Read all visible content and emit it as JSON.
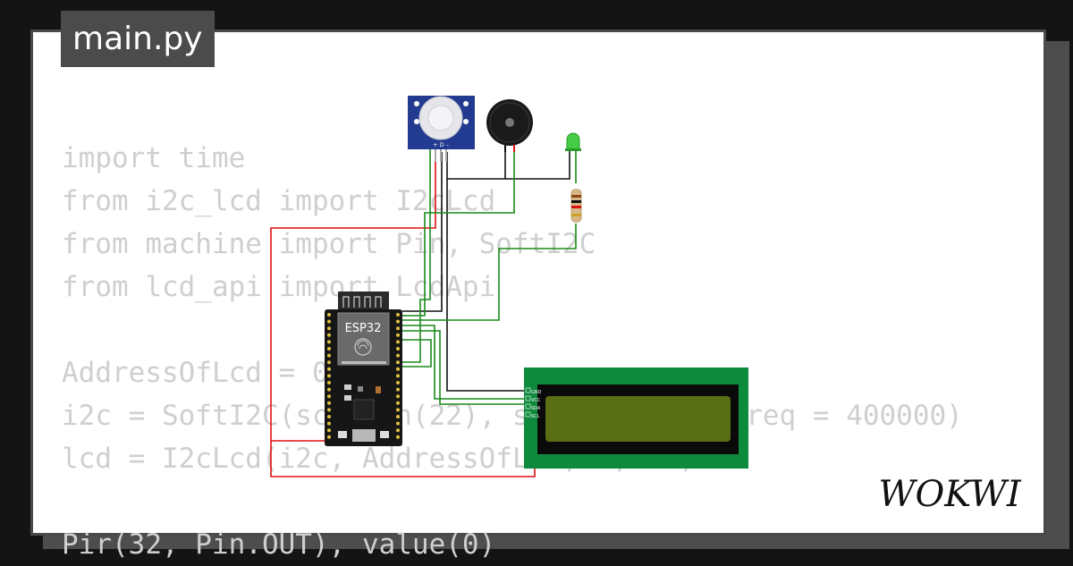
{
  "tab": {
    "filename": "main.py"
  },
  "code_lines": [
    "import time",
    "from i2c_lcd import I2cLcd",
    "from machine import Pin, SoftI2C",
    "from lcd_api import LcdApi",
    "",
    "AddressOfLcd = 0x27",
    "i2c = SoftI2C(scl=Pin(22), sda=Pin(21), freq = 400000)",
    "lcd = I2cLcd(i2c, AddressOfLcd, 2, 16)",
    "",
    "Pir(32, Pin.OUT), value(0)"
  ],
  "components": {
    "pir_pin_labels": "+ D –",
    "esp32_label": "ESP32",
    "lcd_pin_labels": [
      "GND",
      "VCC",
      "SDA",
      "SCL"
    ]
  },
  "logo": {
    "text": "WOKWI"
  },
  "colors": {
    "background": "#141414",
    "card": "#ffffff",
    "code_text": "#cfcfcf",
    "tab_bg": "#4b4b4b",
    "wire_red": "#dd1111",
    "wire_green": "#1a8a1a",
    "wire_black": "#111111",
    "lcd_board": "#0e8a3c",
    "lcd_screen": "#5a6e14",
    "pir_board": "#223a8f"
  }
}
